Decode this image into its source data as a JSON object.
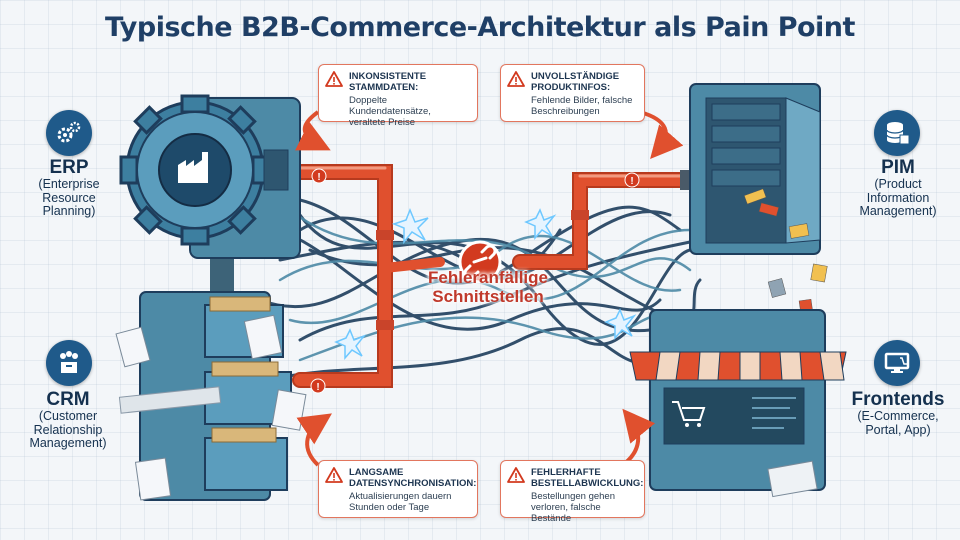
{
  "title": "Typische B2B-Commerce-Architektur als Pain Point",
  "systems": {
    "erp": {
      "name": "ERP",
      "full": "(Enterprise\nResource\nPlanning)",
      "icon": "gears-icon"
    },
    "crm": {
      "name": "CRM",
      "full": "(Customer\nRelationship\nManagement)",
      "icon": "people-icon"
    },
    "pim": {
      "name": "PIM",
      "full": "(Product\nInformation\nManagement)",
      "icon": "database-icon"
    },
    "frontends": {
      "name": "Frontends",
      "full": "(E-Commerce,\nPortal, App)",
      "icon": "monitor-cart-icon"
    }
  },
  "pain_points": {
    "stammdaten": {
      "heading": "INKONSISTENTE\nSTAMMDATEN:",
      "body": "Doppelte Kundendatensätze,\nveraltete Preise"
    },
    "produktinfos": {
      "heading": "UNVOLLSTÄNDIGE\nPRODUKTINFOS:",
      "body": "Fehlende Bilder, falsche\nBeschreibungen"
    },
    "sync": {
      "heading": "LANGSAME\nDATENSYNCHRONISATION:",
      "body": "Aktualisierungen dauern\nStunden oder Tage"
    },
    "bestellung": {
      "heading": "FEHLERHAFTE\nBESTELLABWICKLUNG:",
      "body": "Bestellungen gehen\nverloren, falsche Bestände"
    }
  },
  "center": {
    "label": "Fehleranfällige\nSchnittstellen",
    "icon": "broken-link-icon"
  },
  "colors": {
    "navy": "#1f3f66",
    "pipe": "#e0502e",
    "teal": "#4d8aa6",
    "warning": "#e2765e",
    "cable": "#1e3d5c"
  }
}
